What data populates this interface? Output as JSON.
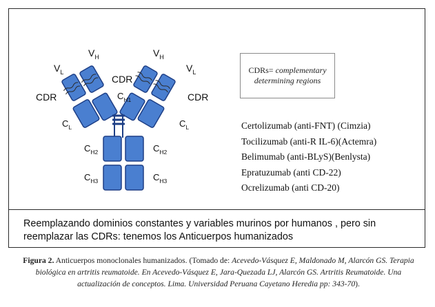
{
  "diagram": {
    "labels": {
      "vl": "V",
      "vl_sub": "L",
      "vh": "V",
      "vh_sub": "H",
      "cdr": "CDR",
      "ch1": "C",
      "ch1_sub": "H1",
      "cl": "C",
      "cl_sub": "L",
      "ch2": "C",
      "ch2_sub": "H2",
      "ch3": "C",
      "ch3_sub": "H3"
    },
    "colors": {
      "domain_fill": "#4a7fd0",
      "domain_stroke": "#1e3f86",
      "cdr_stripe": "#2a2a2a"
    }
  },
  "cdr_note": {
    "line1_prefix": "CDRs=",
    "line1_italic": "complementary",
    "line2_italic": "determining regions"
  },
  "antibodies": [
    "Certolizumab (anti-FNT) (Cimzia)",
    "Tocilizumab (anti-R IL-6)(Actemra)",
    "Belimumab (anti-BLyS)(Benlysta)",
    "Epratuzumab (anti CD-22)",
    "Ocrelizumab (anti CD-20)"
  ],
  "summary": {
    "line1": "Reemplazando dominios constantes y variables murinos por humanos , pero sin",
    "line2": "reemplazar las CDRs: tenemos los Anticuerpos humanizados"
  },
  "caption": {
    "figure_label": "Figura 2.",
    "text1": " Anticuerpos monoclonales humanizados. (Tomado de: ",
    "ital1": "Acevedo-Vásquez E, Maldonado M, Alarcón GS. Terapia biológica en artritis reumatoide. En  Acevedo-Vásquez E, Jara-Quezada LJ, Alarcón GS. Artritis Reumatoide. Una actualización de conceptos. Lima. Universidad Peruana Cayetano Heredia pp: 343-70",
    "text2": ")."
  }
}
